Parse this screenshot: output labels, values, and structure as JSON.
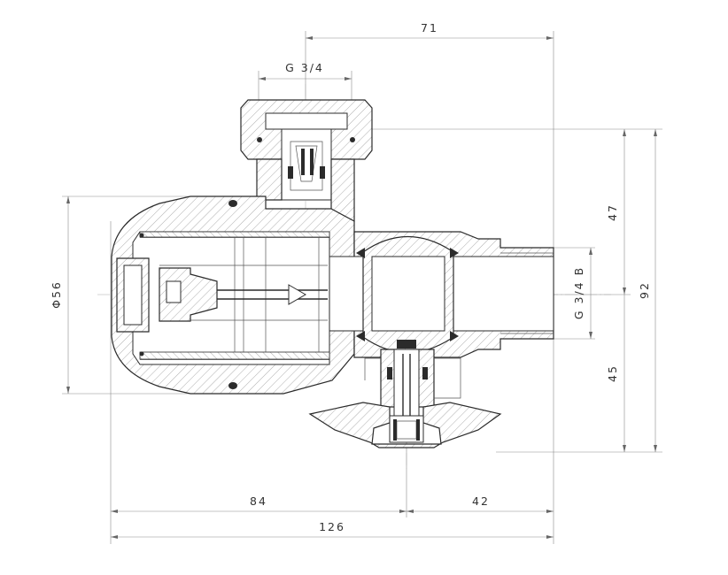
{
  "dimensions": {
    "top_width": "71",
    "inlet_thread": "G 3/4",
    "body_diameter": "Φ56",
    "outlet_thread": "G 3/4 B",
    "upper_height": "47",
    "lower_height": "45",
    "total_height": "92",
    "left_length": "84",
    "right_length": "42",
    "total_length": "126"
  }
}
